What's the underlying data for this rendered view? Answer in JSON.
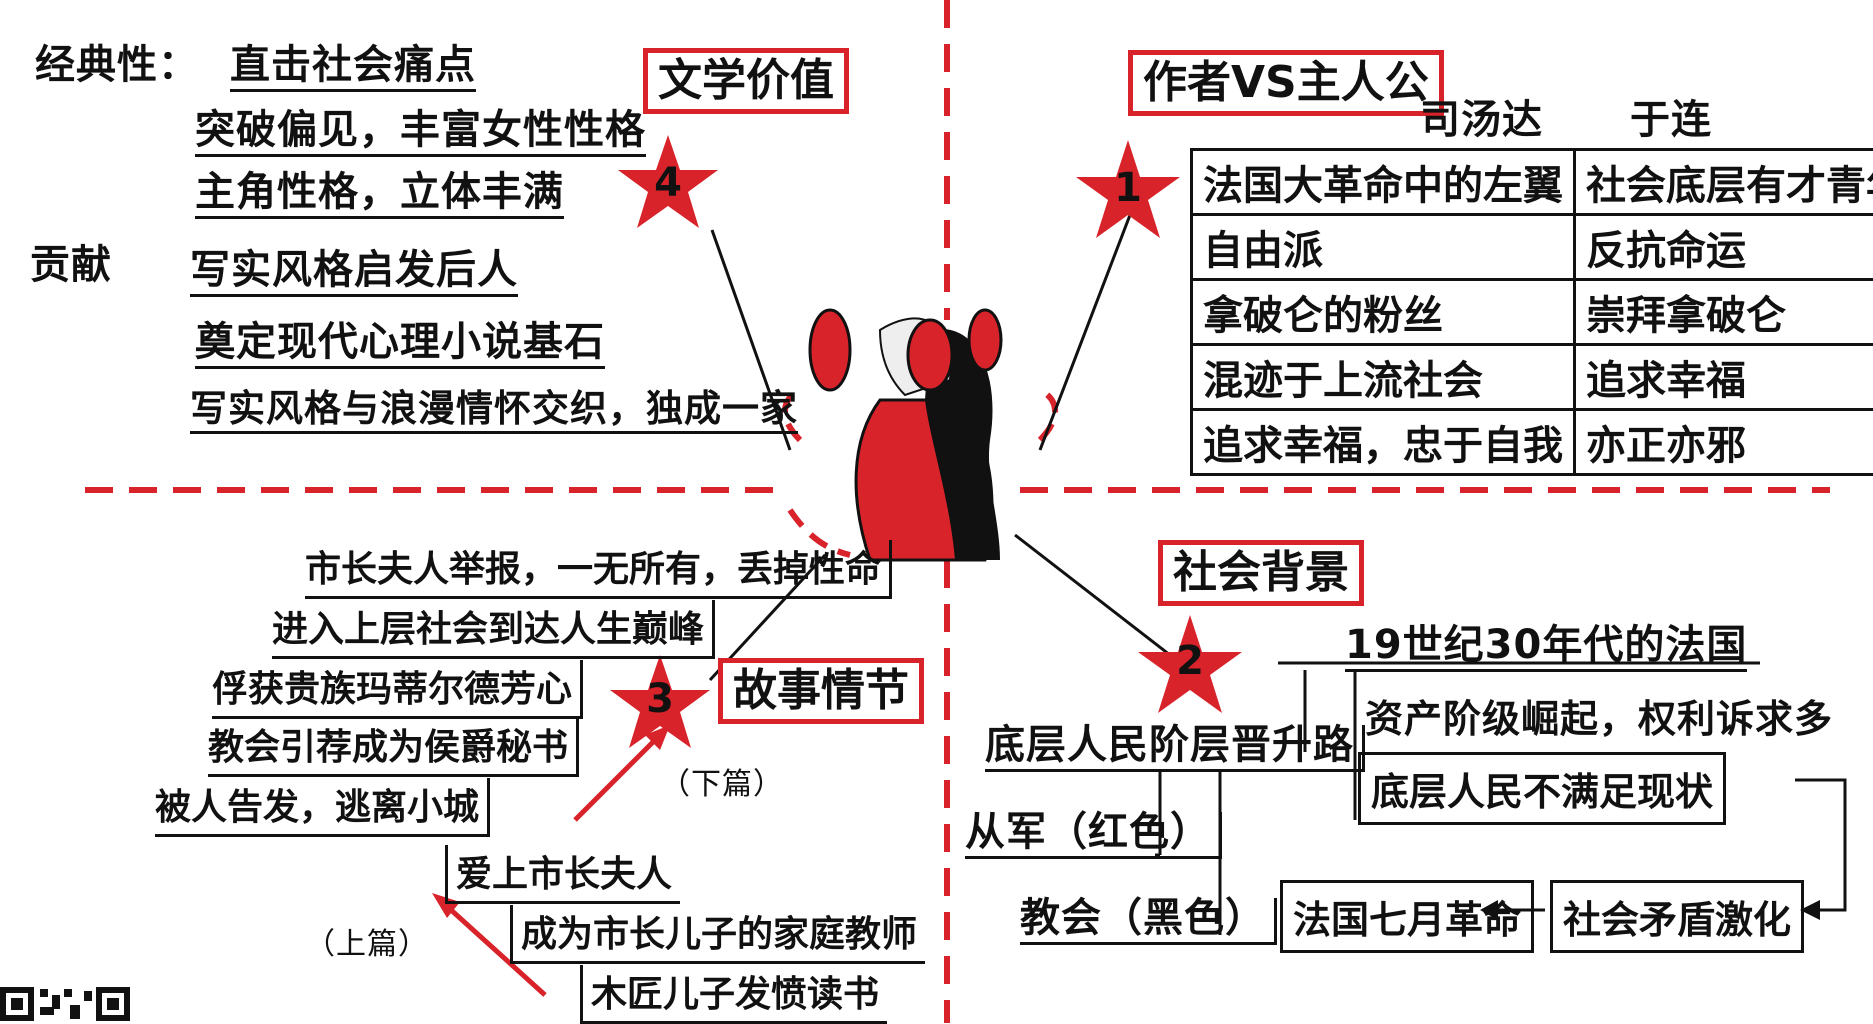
{
  "colors": {
    "accent": "#d8232a",
    "ink": "#111111"
  },
  "lit_value": {
    "title": "文学价值",
    "star": "4",
    "classic_label": "经典性：",
    "classic_items": [
      "直击社会痛点",
      "突破偏见，丰富女性性格",
      "主角性格，立体丰满"
    ],
    "contrib_label": "贡献",
    "contrib_items": [
      "写实风格启发后人",
      "奠定现代心理小说基石",
      "写实风格与浪漫情怀交织，独成一家"
    ]
  },
  "author_vs_hero": {
    "title": "作者VS主人公",
    "star": "1",
    "headers": [
      "司汤达",
      "于连"
    ],
    "rows": [
      [
        "法国大革命中的左翼",
        "社会底层有才青年"
      ],
      [
        "自由派",
        "反抗命运"
      ],
      [
        "拿破仑的粉丝",
        "崇拜拿破仑"
      ],
      [
        "混迹于上流社会",
        "追求幸福"
      ],
      [
        "追求幸福，忠于自我",
        "亦正亦邪"
      ]
    ]
  },
  "social_bg": {
    "title": "社会背景",
    "star": "2",
    "era": "19世纪30年代的法国",
    "causes": [
      "资产阶级崛起，权利诉求多",
      "底层人民不满足现状"
    ],
    "path_label": "底层人民阶层晋升路",
    "paths": [
      "从军（红色）",
      "教会（黑色）"
    ],
    "result": "社会矛盾激化",
    "revolution": "法国七月革命"
  },
  "plot": {
    "title": "故事情节",
    "star": "3",
    "part_lower": "（下篇）",
    "part_upper": "（上篇）",
    "steps": [
      "市长夫人举报，一无所有，丢掉性命",
      "进入上层社会到达人生巅峰",
      "俘获贵族玛蒂尔德芳心",
      "教会引荐成为侯爵秘书",
      "被人告发，逃离小城",
      "爱上市长夫人",
      "成为市长儿子的家庭教师",
      "木匠儿子发愤读书"
    ]
  }
}
